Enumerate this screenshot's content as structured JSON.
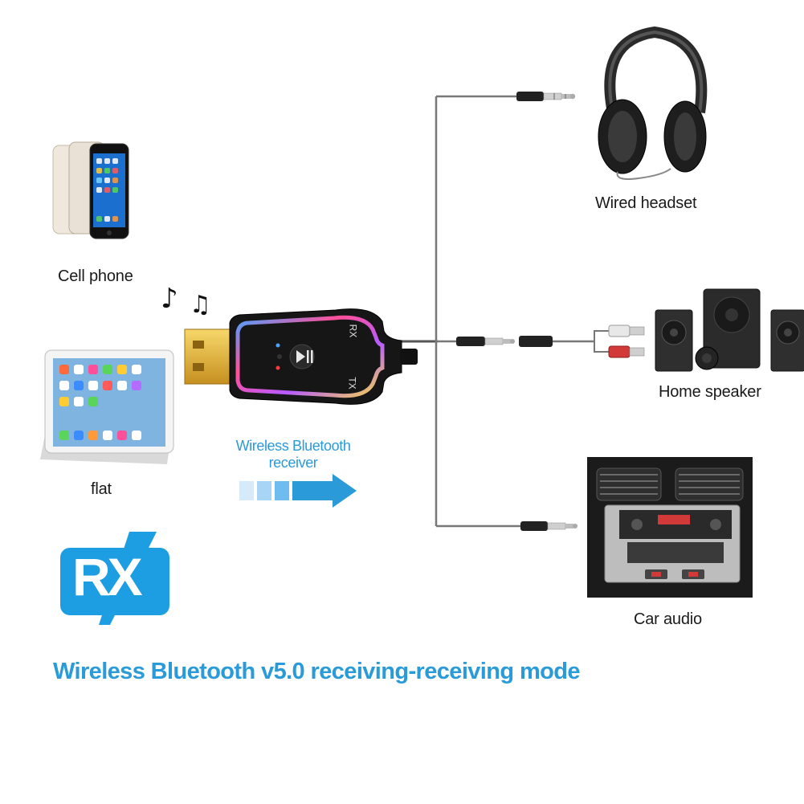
{
  "devices": {
    "cell_phone": "Cell phone",
    "flat": "flat",
    "wired_headset": "Wired headset",
    "home_speaker": "Home speaker",
    "car_audio": "Car audio"
  },
  "adapter": {
    "rx_label": "RX",
    "tx_label": "TX"
  },
  "receiver_caption": {
    "line1": "Wireless Bluetooth",
    "line2": "receiver"
  },
  "badge": {
    "text": "RX"
  },
  "title": "Wireless Bluetooth v5.0 receiving-receiving mode",
  "colors": {
    "accent_blue": "#2a9bd8",
    "badge_blue": "#1d9ee2",
    "wire_gray": "#777777",
    "led_blue": "#4aa3ff",
    "led_pink": "#ff4f9a",
    "led_yellow": "#f6d84a"
  }
}
